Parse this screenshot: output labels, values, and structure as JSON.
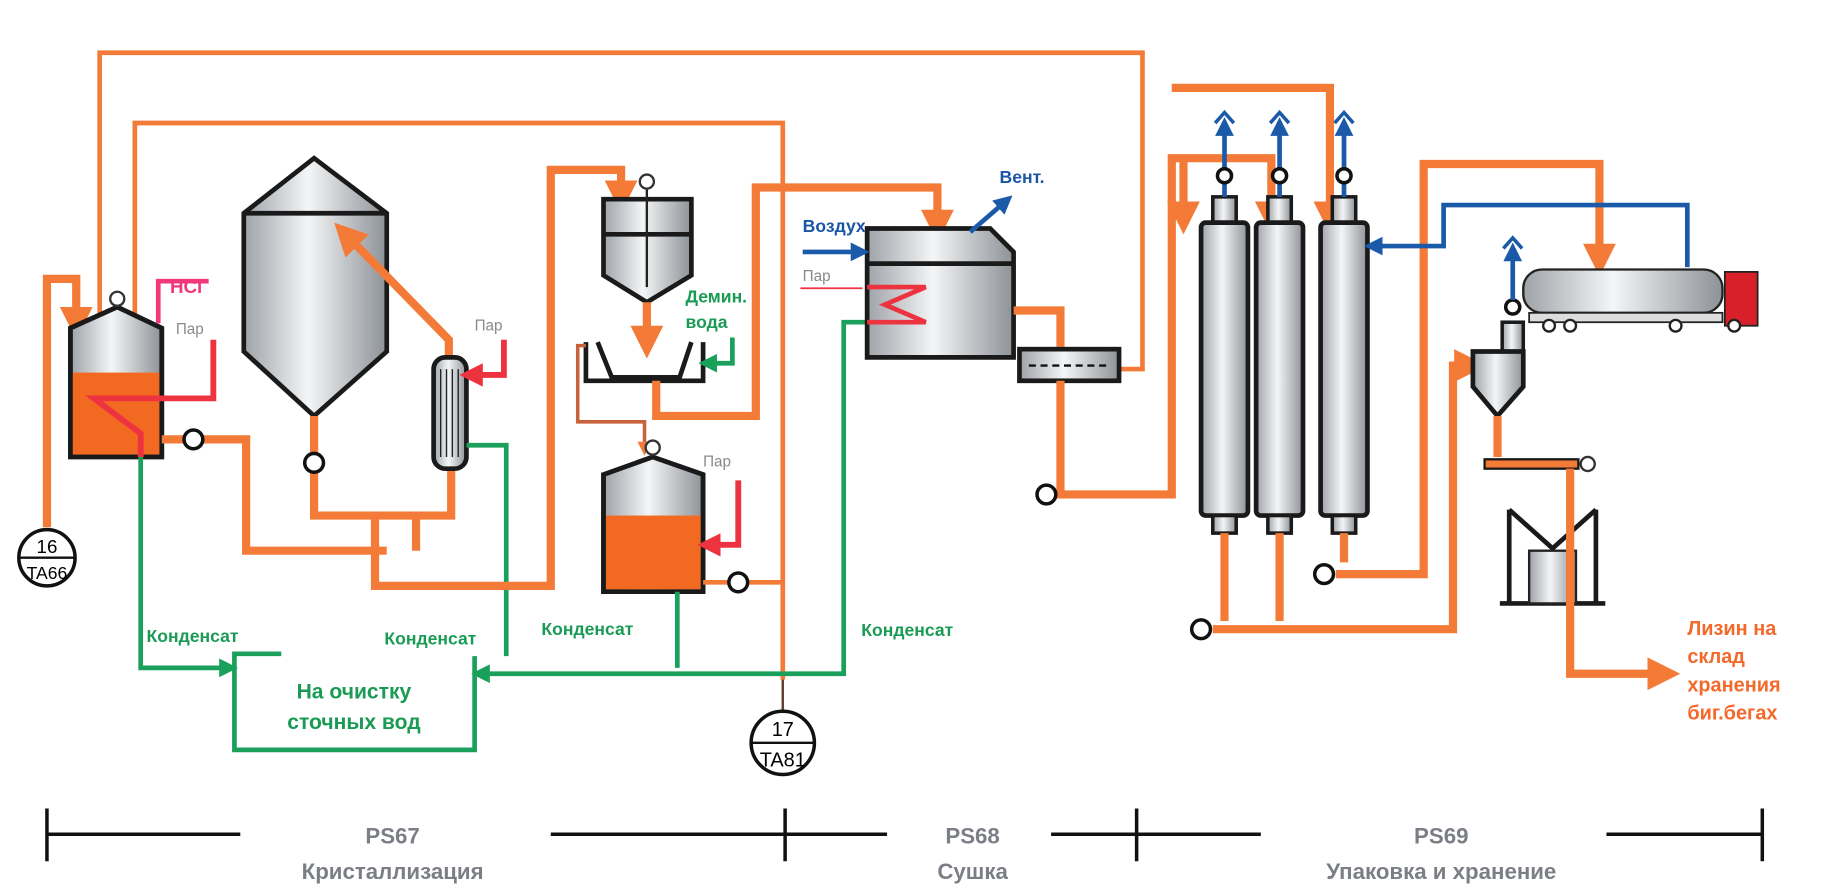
{
  "labels": {
    "hcl": "HCl",
    "steam": "Пар",
    "demin_water_1": "Демин.",
    "demin_water_2": "вода",
    "air": "Воздух",
    "vent": "Вент.",
    "condensate": "Конденсат",
    "wastewater_1": "На очистку",
    "wastewater_2": "сточных вод",
    "output_1": "Лизин на",
    "output_2": "склад",
    "output_3": "хранения",
    "output_4": "биг.бегах",
    "motor": "M"
  },
  "instruments": [
    {
      "number": "16",
      "tag": "TA66"
    },
    {
      "number": "17",
      "tag": "TA81"
    }
  ],
  "sections": [
    {
      "code": "PS67",
      "name": "Кристаллизация"
    },
    {
      "code": "PS68",
      "name": "Сушка"
    },
    {
      "code": "PS69",
      "name": "Упаковка и хранение"
    }
  ],
  "colors": {
    "product_line": "#f47a38",
    "condensate_line": "#1aa05a",
    "air_line": "#1b5aa8",
    "steam_line": "#ee3340",
    "hcl": "#f0387a",
    "truck_cab": "#d8202a"
  }
}
